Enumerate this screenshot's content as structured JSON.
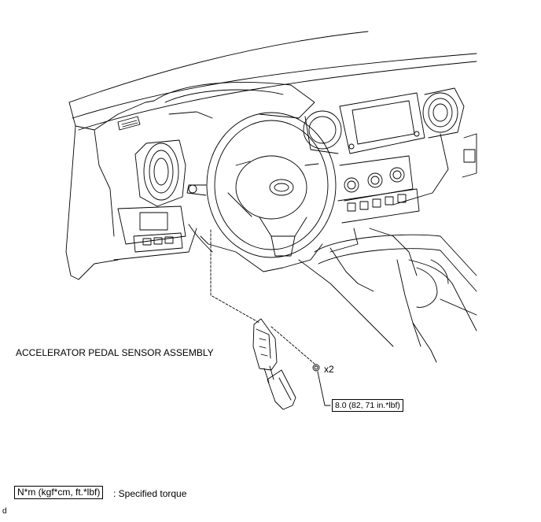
{
  "labels": {
    "part_name": "ACCELERATOR PEDAL SENSOR ASSEMBLY",
    "quantity": "x2",
    "torque_value": "8.0 (82, 71 in.*lbf)",
    "legend_box": "N*m (kgf*cm, ft.*lbf)",
    "legend_text": ": Specified torque",
    "figure_code": "d"
  },
  "icons": [
    "dashboard-illustration",
    "steering-wheel-icon",
    "accelerator-pedal-icon",
    "nut-icon"
  ],
  "colors": {
    "line": "#000000",
    "background": "#ffffff"
  }
}
